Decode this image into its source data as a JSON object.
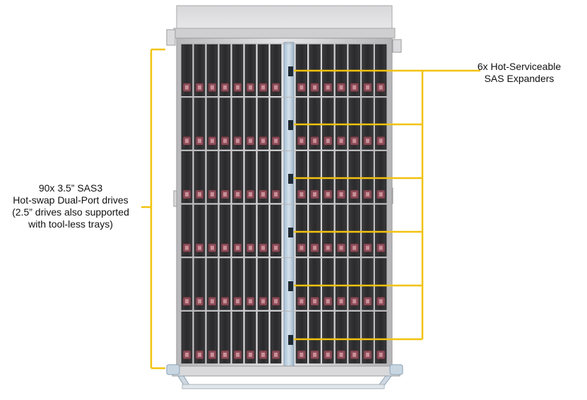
{
  "left_callout": {
    "lines": [
      "90x 3.5” SAS3",
      "Hot-swap Dual-Port drives",
      "(2.5” drives also supported",
      "with tool-less trays)"
    ]
  },
  "right_callout": {
    "lines": [
      "6x Hot-Serviceable",
      "SAS Expanders"
    ]
  },
  "chassis": {
    "drive_rows": 6,
    "drives_left_per_row": 8,
    "drives_right_per_row": 7,
    "expander_count": 6
  },
  "colors": {
    "callout_line": "#f2c20e",
    "drive_body": "#2f2f31",
    "drive_latch": "#8a4a55",
    "chassis_metal": "#c9c9cb",
    "expander_blue": "#9fb7cc"
  }
}
